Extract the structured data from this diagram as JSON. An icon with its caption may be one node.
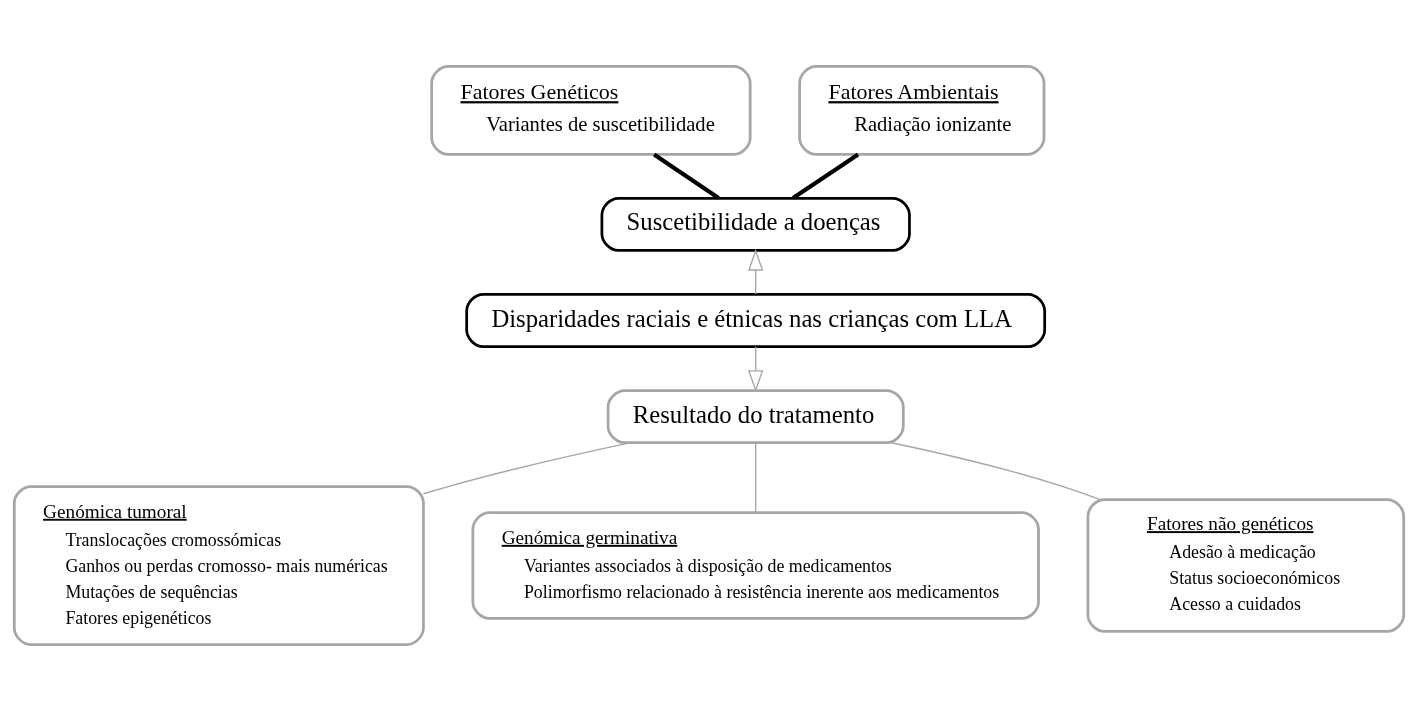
{
  "diagram": {
    "nodes": [
      {
        "text": [
          "Fatores Genéticos",
          "Variantes de suscetibilidade"
        ]
      },
      {
        "text": [
          "Fatores Ambientais",
          "Radiação ionizante"
        ]
      },
      {
        "text": [
          "Suscetibilidade a doenças"
        ]
      },
      {
        "text": [
          "Disparidades raciais e étnicas nas crianças com LLA"
        ]
      },
      {
        "text": [
          "Resultado do tratamento"
        ]
      },
      {
        "text": [
          "Genómica tumoral",
          "Translocações cromossómicas",
          "Ganhos ou perdas cromosso- mais numéricas",
          "Mutações de sequências",
          "Fatores epigenéticos"
        ]
      },
      {
        "text": [
          "Genómica germinativa",
          "Variantes associados à disposição de medicamentos",
          "Polimorfismo relacionado à resistência inerente aos medicamentos"
        ]
      },
      {
        "text": [
          "Fatores não genéticos",
          "Adesão à medicação",
          "Status socioeconómicos",
          "Acesso a cuidados"
        ]
      }
    ],
    "edges": [
      {
        "from": 0,
        "to": 2,
        "arrow": "none",
        "style": "thick",
        "color": "#000000"
      },
      {
        "from": 1,
        "to": 2,
        "arrow": "none",
        "style": "thick",
        "color": "#000000"
      },
      {
        "from": 3,
        "to": 2,
        "arrow": "to"
      },
      {
        "from": 3,
        "to": 4,
        "arrow": "to"
      },
      {
        "from": 4,
        "to": 5,
        "arrow": "none"
      },
      {
        "from": 4,
        "to": 6,
        "arrow": "none"
      },
      {
        "from": 4,
        "to": 7,
        "arrow": "none"
      }
    ]
  }
}
